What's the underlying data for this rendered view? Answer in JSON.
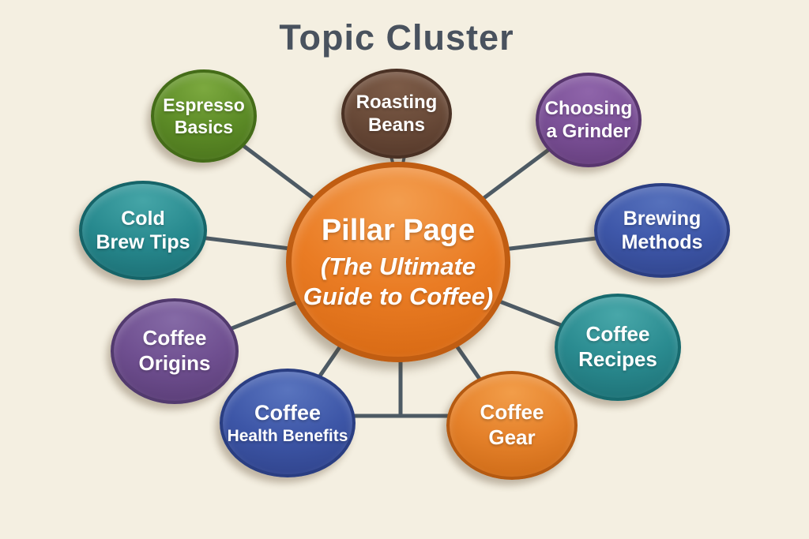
{
  "title": "Topic Cluster",
  "colors": {
    "background": "#f4efe1",
    "title": "#49525e",
    "connector": "#4d5a64",
    "label_text": "#ffffff"
  },
  "pillar": {
    "name": "Pillar Page",
    "subtitle": "(The Ultimate\nGuide to Coffee)",
    "colors": {
      "top": "#f39d4e",
      "fill": "#ea7c24",
      "dark": "#d86a14",
      "rim": "#c05d12"
    }
  },
  "clusters": [
    {
      "id": "espresso-basics",
      "line1": "Espresso",
      "line2": "Basics",
      "colors": {
        "top": "#7ca93f",
        "fill": "#5d8c27",
        "dark": "#4c761d",
        "rim": "#446c18"
      }
    },
    {
      "id": "roasting-beans",
      "line1": "Roasting",
      "line2": "Beans",
      "colors": {
        "top": "#7c5b47",
        "fill": "#6a4b39",
        "dark": "#573a2b",
        "rim": "#4a3124"
      }
    },
    {
      "id": "choosing-a-grinder",
      "line1": "Choosing",
      "line2": "a Grinder",
      "colors": {
        "top": "#8f65aa",
        "fill": "#7b5097",
        "dark": "#67407f",
        "rim": "#58366e"
      }
    },
    {
      "id": "cold-brew-tips",
      "line1": "Cold",
      "line2": "Brew Tips",
      "colors": {
        "top": "#45a5a7",
        "fill": "#27898e",
        "dark": "#1d7176",
        "rim": "#166468"
      }
    },
    {
      "id": "brewing-methods",
      "line1": "Brewing",
      "line2": "Methods",
      "colors": {
        "top": "#5671bc",
        "fill": "#3e57a9",
        "dark": "#324790",
        "rim": "#2b3e82"
      }
    },
    {
      "id": "coffee-origins",
      "line1": "Coffee",
      "line2": "Origins",
      "colors": {
        "top": "#856aa6",
        "fill": "#6f4f90",
        "dark": "#5c3f79",
        "rim": "#523a6e"
      }
    },
    {
      "id": "coffee-recipes",
      "line1": "Coffee",
      "line2": "Recipes",
      "colors": {
        "top": "#48a7a9",
        "fill": "#2a8b90",
        "dark": "#1f7378",
        "rim": "#176a6e"
      }
    },
    {
      "id": "coffee-health-benefits",
      "line1": "Coffee",
      "line2": "Health Benefits",
      "colors": {
        "top": "#5974be",
        "fill": "#3d56a7",
        "dark": "#31458e",
        "rim": "#2a3e82"
      }
    },
    {
      "id": "coffee-gear",
      "line1": "Coffee",
      "line2": "Gear",
      "colors": {
        "top": "#f29d49",
        "fill": "#e5812a",
        "dark": "#cf6c18",
        "rim": "#b55a11"
      }
    }
  ]
}
